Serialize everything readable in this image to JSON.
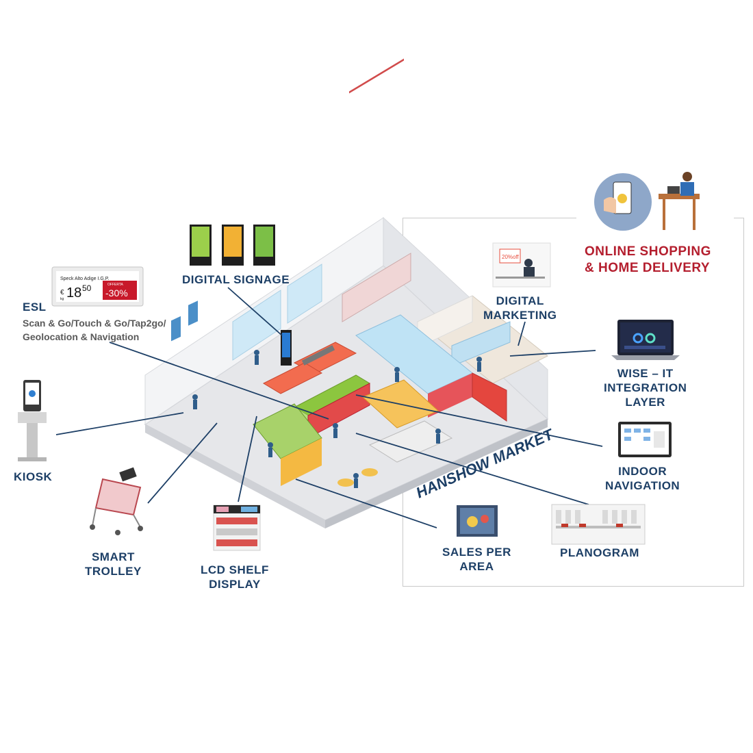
{
  "labels": {
    "digital_signage": "DIGITAL SIGNAGE",
    "esl": "ESL",
    "esl_sub_line1": "Scan & Go/Touch & Go/Tap2go/",
    "esl_sub_line2": "Geolocation & Navigation",
    "kiosk": "KIOSK",
    "smart_trolley_line1": "SMART",
    "smart_trolley_line2": "TROLLEY",
    "lcd_shelf_line1": "LCD SHELF",
    "lcd_shelf_line2": "DISPLAY",
    "sales_area_line1": "SALES PER",
    "sales_area_line2": "AREA",
    "planogram": "PLANOGRAM",
    "indoor_nav_line1": "INDOOR",
    "indoor_nav_line2": "NAVIGATION",
    "wise_line1": "WISE – IT",
    "wise_line2": "INTEGRATION",
    "wise_line3": "LAYER",
    "digital_marketing_line1": "DIGITAL",
    "digital_marketing_line2": "MARKETING",
    "online_line1": "ONLINE SHOPPING",
    "online_line2": "& HOME DELIVERY"
  },
  "esl_tag": {
    "product": "Speck Alto Adige I.G.P.",
    "currency": "€",
    "price_int": "18",
    "price_dec": "50",
    "unit": "kg",
    "offer": "OFFERTA",
    "discount": "-30%"
  },
  "store_sign": "HANSHOW MARKET",
  "marketing_tag": "20%off",
  "colors": {
    "label_blue": "#1d3f66",
    "accent_red": "#b41e2e",
    "floor": "#e9eaec",
    "wall": "#f4f5f7",
    "shelf_green": "#8cc63f",
    "shelf_blue": "#bfe3f5"
  }
}
